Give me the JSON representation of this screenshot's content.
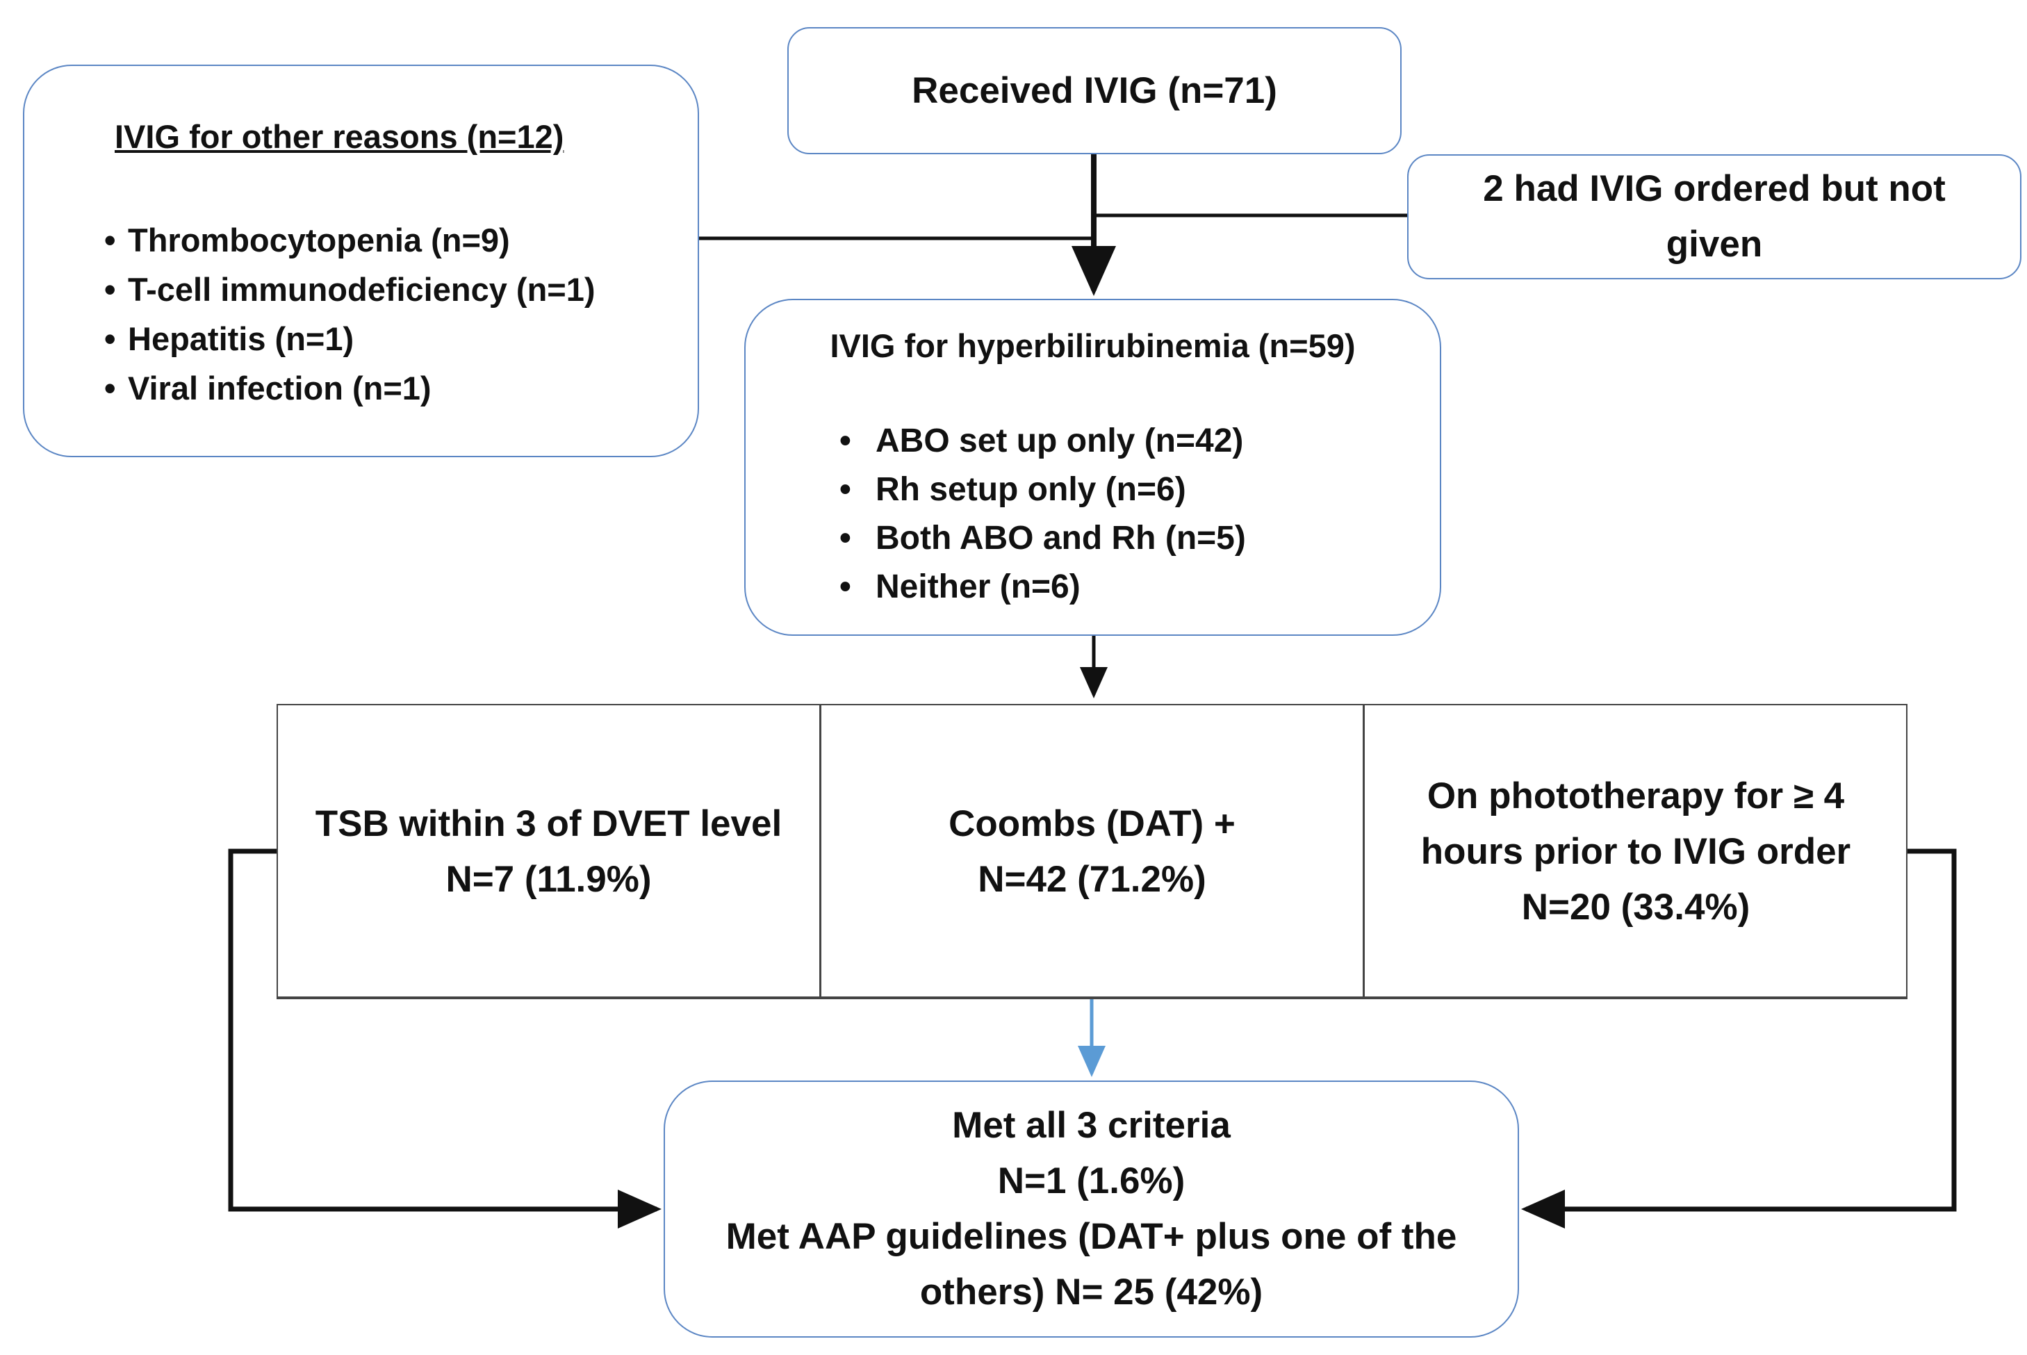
{
  "received": {
    "text": "Received IVIG (n=71)"
  },
  "not_given": {
    "line1": "2 had IVIG ordered but not",
    "line2": "given"
  },
  "other_reasons": {
    "title": "IVIG for other reasons (n=12)",
    "items": [
      "Thrombocytopenia  (n=9)",
      "T-cell immunodeficiency  (n=1)",
      "Hepatitis  (n=1)",
      "Viral infection (n=1)"
    ]
  },
  "hyperbili": {
    "title": "IVIG for hyperbilirubinemia  (n=59)",
    "items": [
      "ABO set up only  (n=42)",
      "Rh setup only (n=6)",
      "Both ABO and Rh (n=5)",
      "Neither (n=6)"
    ]
  },
  "criteria": [
    {
      "line1": "TSB within 3 of DVET level",
      "line2": "N=7 (11.9%)"
    },
    {
      "line1": "Coombs (DAT) +",
      "line2": "N=42 (71.2%)"
    },
    {
      "line1": "On phototherapy for ≥ 4",
      "line2": "hours prior to IVIG order",
      "line3": "N=20 (33.4%)"
    }
  ],
  "result": {
    "line1": "Met all 3 criteria",
    "line2": "N=1 (1.6%)",
    "line3": "Met AAP guidelines (DAT+ plus one of the",
    "line4": "others) N= 25 (42%)"
  },
  "colors": {
    "box_border": "#5b86c4",
    "arrow_black": "#111111",
    "arrow_blue": "#5b9bd5"
  }
}
